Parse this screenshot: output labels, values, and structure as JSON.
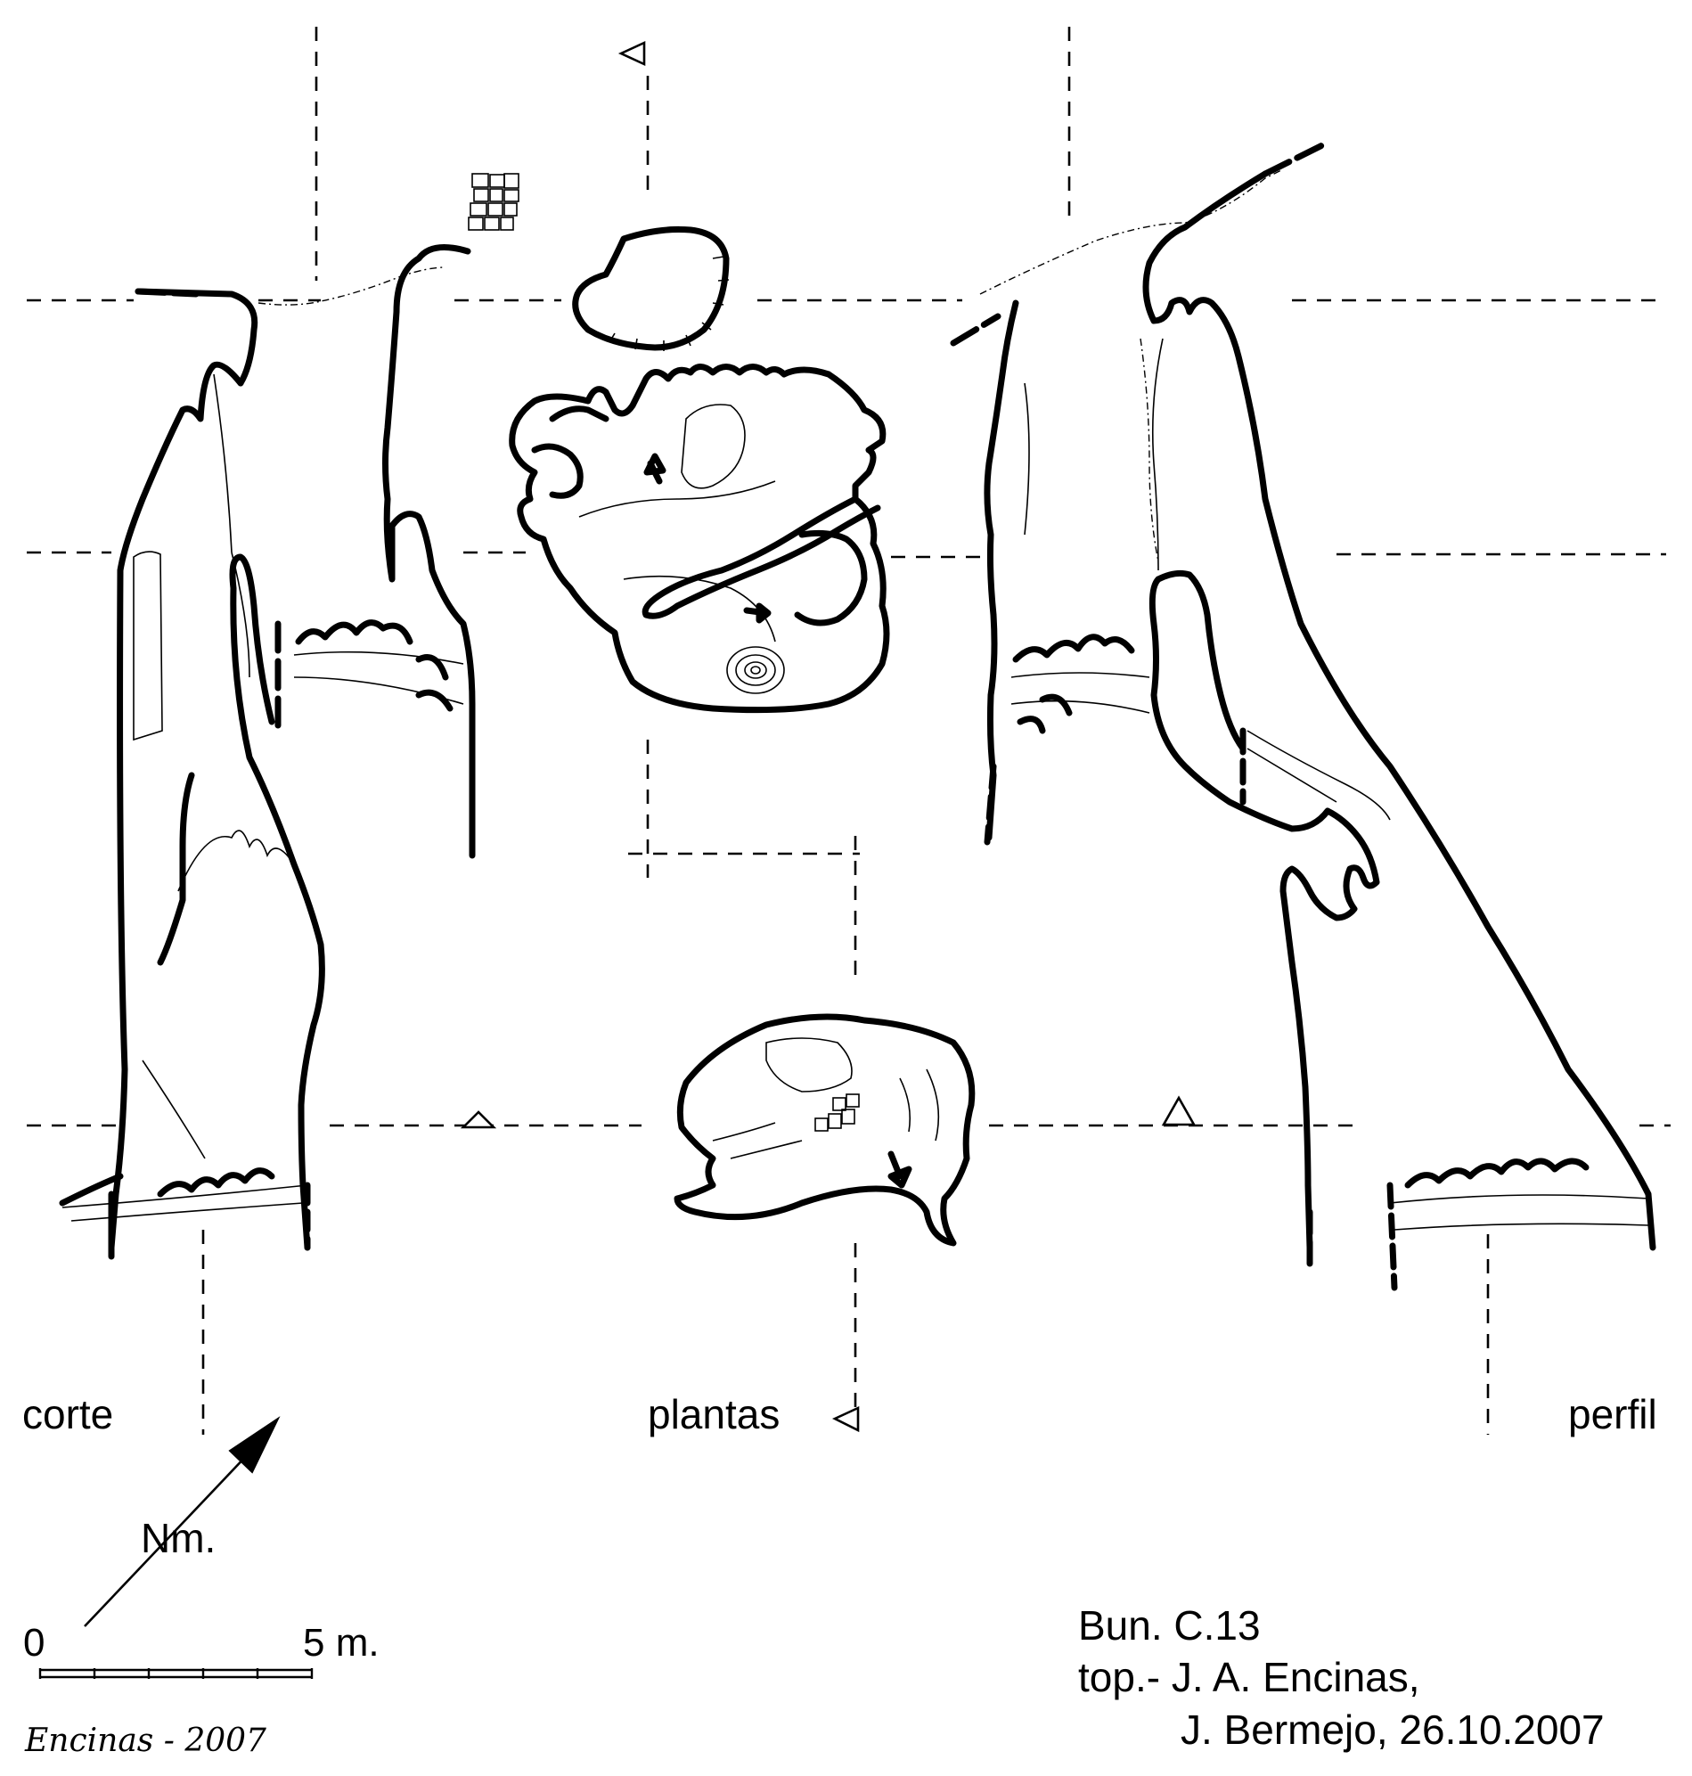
{
  "labels": {
    "section": "corte",
    "plans": "plantas",
    "profile": "perfil",
    "north": "Nm."
  },
  "scale_bar": {
    "start": "0",
    "end": "5 m."
  },
  "credits": {
    "cave_id": "Bun. C.13",
    "surveyors_line1": "top.- J. A. Encinas,",
    "surveyors_line2": "J. Bermejo, 26.10.2007"
  },
  "signature": "Encinas - 2007"
}
